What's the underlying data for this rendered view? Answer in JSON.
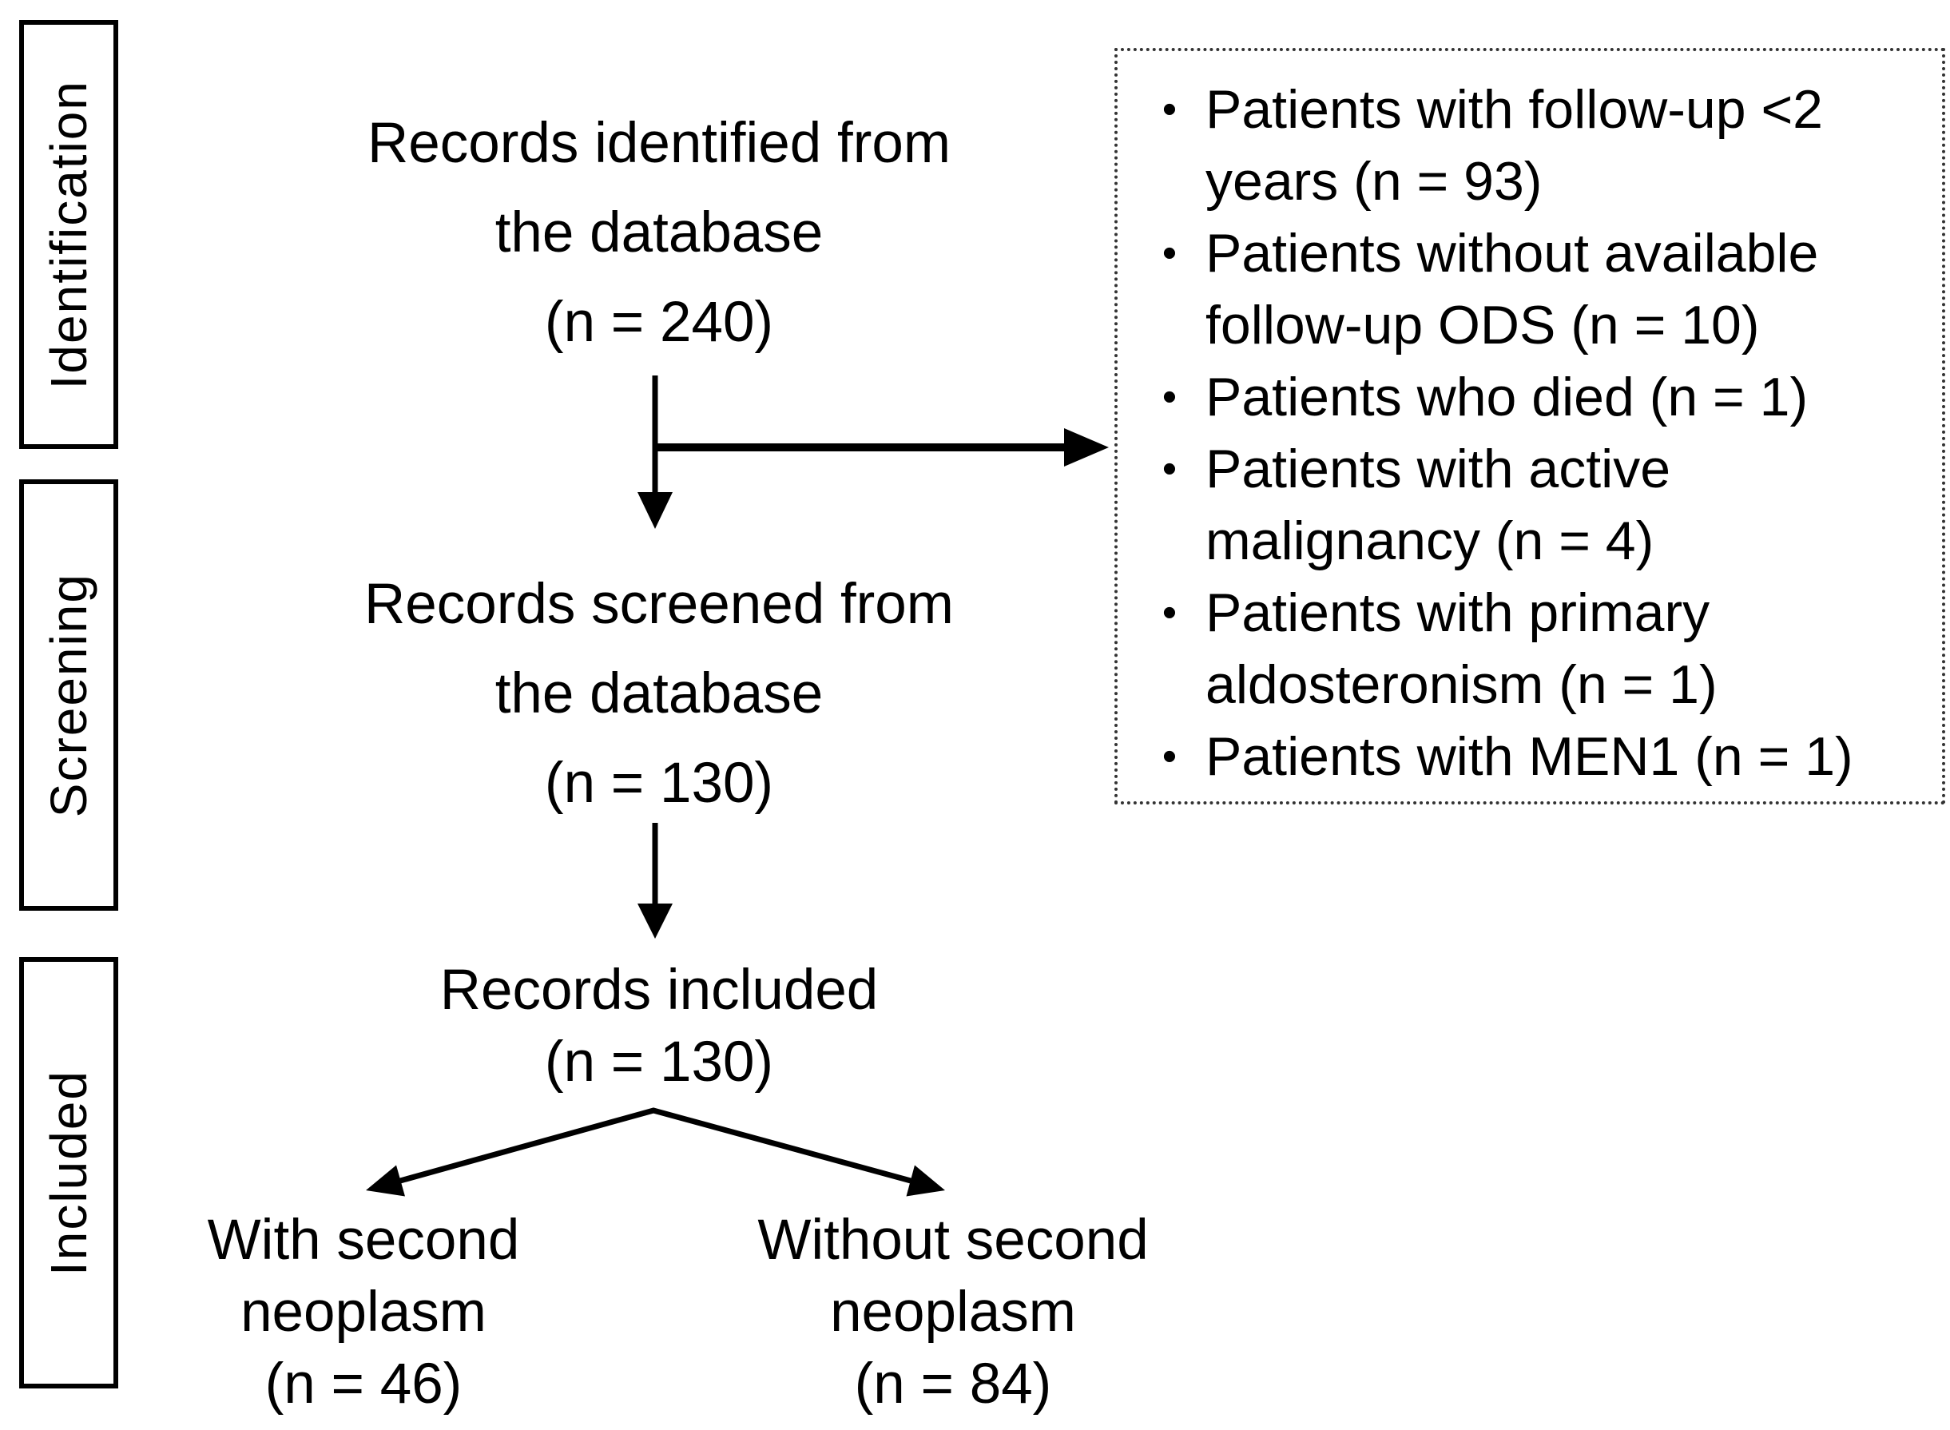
{
  "figure": {
    "stage_labels": [
      "Identification",
      "Screening",
      "Included"
    ],
    "nodes": {
      "identified": "Records identified from\nthe database\n(n = 240)",
      "screened": "Records screened from\nthe database\n(n = 130)",
      "included": "Records included\n(n = 130)",
      "with_second_neoplasm": "With second\nneoplasm\n(n = 46)",
      "without_second_neoplasm": "Without second\nneoplasm\n(n = 84)"
    },
    "exclusions": {
      "bullet_glyph": "•",
      "items": [
        "Patients with follow-up <2\nyears (n = 93)",
        "Patients without available\nfollow-up ODS (n = 10)",
        "Patients who died (n = 1)",
        "Patients with active\nmalignancy (n = 4)",
        "Patients with primary\naldosteronism (n = 1)",
        "Patients with MEN1 (n = 1)"
      ]
    },
    "colors": {
      "ink": "#000000",
      "background": "#ffffff"
    }
  }
}
